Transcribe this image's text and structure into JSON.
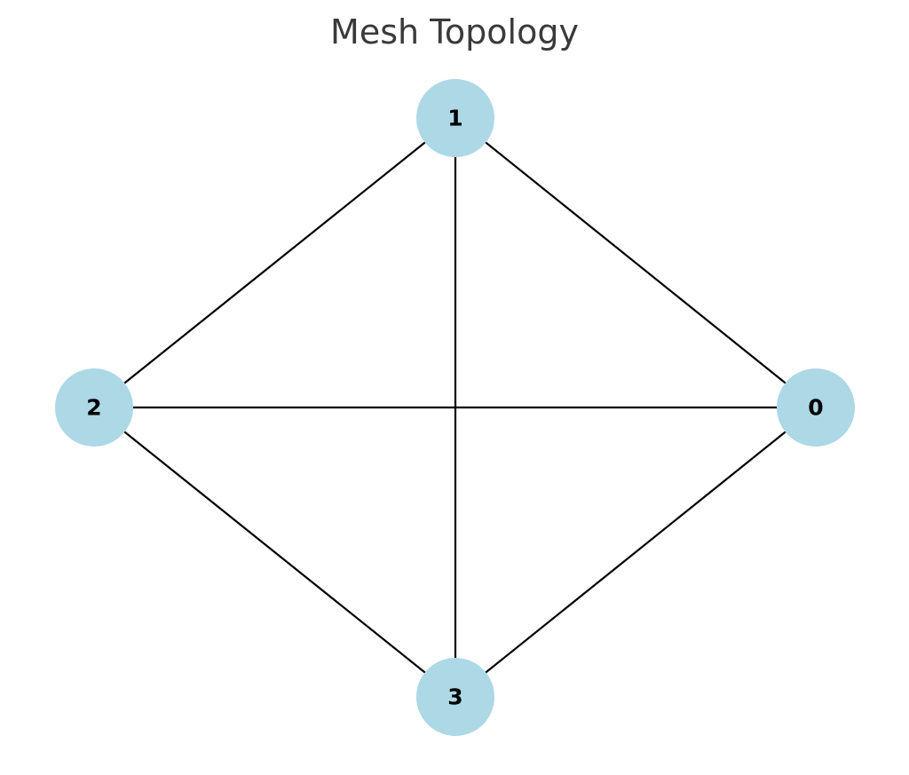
{
  "title": "Mesh Topology",
  "colors": {
    "node_fill": "#add8e6",
    "edge_stroke": "#000000",
    "title_text": "#3a3a3a",
    "background": "#ffffff"
  },
  "nodes": [
    {
      "id": "0",
      "label": "0"
    },
    {
      "id": "1",
      "label": "1"
    },
    {
      "id": "2",
      "label": "2"
    },
    {
      "id": "3",
      "label": "3"
    }
  ],
  "edges": [
    [
      "0",
      "1"
    ],
    [
      "0",
      "2"
    ],
    [
      "0",
      "3"
    ],
    [
      "1",
      "2"
    ],
    [
      "1",
      "3"
    ],
    [
      "2",
      "3"
    ]
  ]
}
